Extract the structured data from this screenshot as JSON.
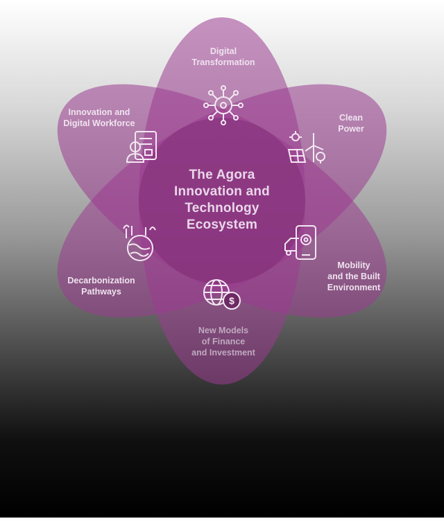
{
  "diagram": {
    "center_title_lines": [
      "The Agora",
      "Innovation and",
      "Technology",
      "Ecosystem"
    ],
    "petals": [
      {
        "key": "digital",
        "label_lines": [
          "Digital",
          "Transformation"
        ],
        "icon": "neural-network-icon"
      },
      {
        "key": "clean",
        "label_lines": [
          "Clean",
          "Power"
        ],
        "icon": "solar-wind-icon"
      },
      {
        "key": "mobility",
        "label_lines": [
          "Mobility",
          "and the Built",
          "Environment"
        ],
        "icon": "smart-mobility-icon"
      },
      {
        "key": "finance",
        "label_lines": [
          "New Models",
          "of Finance",
          "and Investment"
        ],
        "icon": "globe-dollar-icon"
      },
      {
        "key": "decarb",
        "label_lines": [
          "Decarbonization",
          "Pathways"
        ],
        "icon": "earth-industry-icon"
      },
      {
        "key": "workforce",
        "label_lines": [
          "Innovation and",
          "Digital Workforce"
        ],
        "icon": "worker-screen-icon"
      }
    ],
    "colors": {
      "petal": "#9b3d8f",
      "icon_stroke": "#f4e8f3",
      "label_text": "#efe3ef",
      "center_text": "#ead7ea"
    }
  }
}
